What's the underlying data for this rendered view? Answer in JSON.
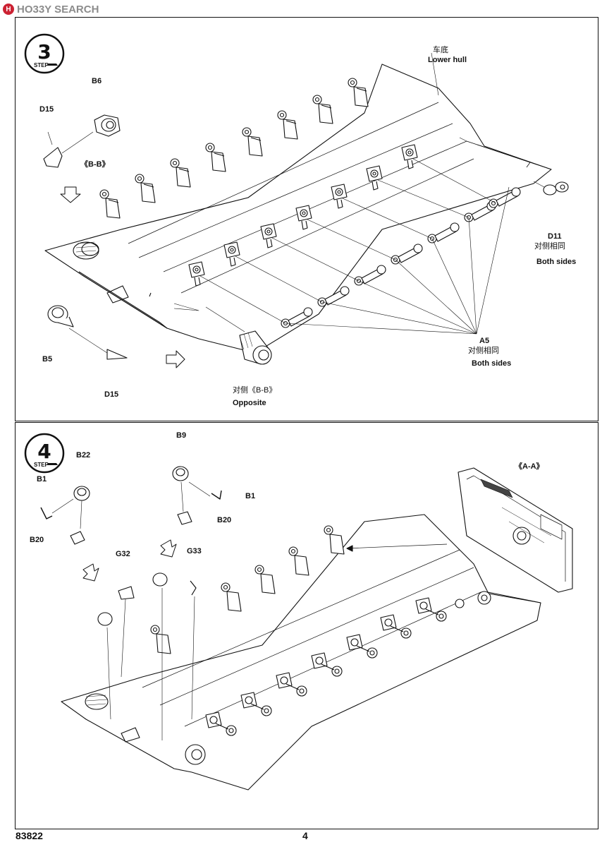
{
  "watermark": {
    "logo_icon": "hobby-search-logo-icon",
    "text": "HO33Y SEARCH"
  },
  "step3": {
    "number": "3",
    "step_word": "STEP",
    "labels": {
      "b6": "B6",
      "d15_top": "D15",
      "section_bb": "《B-B》",
      "lower_hull_cn": "车底",
      "lower_hull_en": "Lower hull",
      "d11": "D11",
      "d11_note_cn": "对侧相同",
      "d11_note_en": "Both sides",
      "a5": "A5",
      "a5_note_cn": "对侧相同",
      "a5_note_en": "Both sides",
      "b5": "B5",
      "d15_bottom": "D15",
      "opposite_cn": "对侧《B-B》",
      "opposite_en": "Opposite"
    }
  },
  "step4": {
    "number": "4",
    "step_word": "STEP",
    "labels": {
      "b9": "B9",
      "b22": "B22",
      "b1_left": "B1",
      "b1_right": "B1",
      "b20_left": "B20",
      "b20_right": "B20",
      "g32": "G32",
      "g33": "G33",
      "section_aa": "《A-A》"
    }
  },
  "footer": {
    "kit_number": "83822",
    "page_number": "4"
  }
}
